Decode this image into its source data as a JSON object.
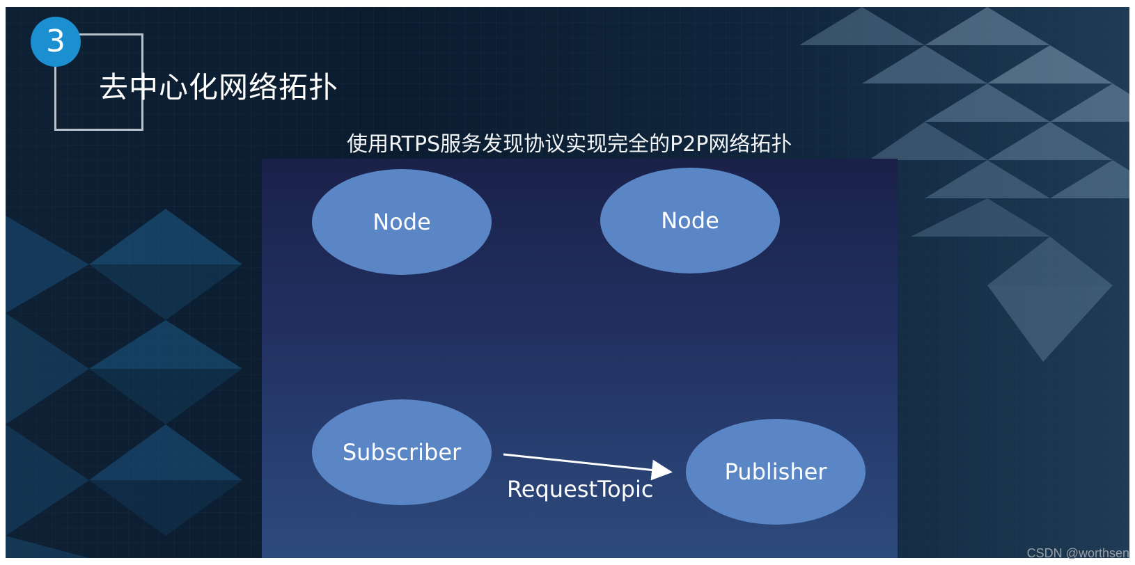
{
  "slide": {
    "badge_number": "3",
    "title": "去中心化网络拓扑",
    "subtitle": "使用RTPS服务发现协议实现完全的P2P网络拓扑"
  },
  "diagram": {
    "nodes": [
      {
        "id": "node1",
        "label": "Node"
      },
      {
        "id": "node2",
        "label": "Node"
      },
      {
        "id": "subscriber",
        "label": "Subscriber"
      },
      {
        "id": "publisher",
        "label": "Publisher"
      }
    ],
    "edges": [
      {
        "from": "subscriber",
        "to": "publisher",
        "label": "RequestTopic"
      }
    ]
  },
  "colors": {
    "node_fill": "#5a86c6",
    "badge": "#1b8fcf",
    "panel_top": "#1a2149",
    "panel_bottom": "#2d4a7d"
  },
  "watermark": "CSDN @worthsen"
}
